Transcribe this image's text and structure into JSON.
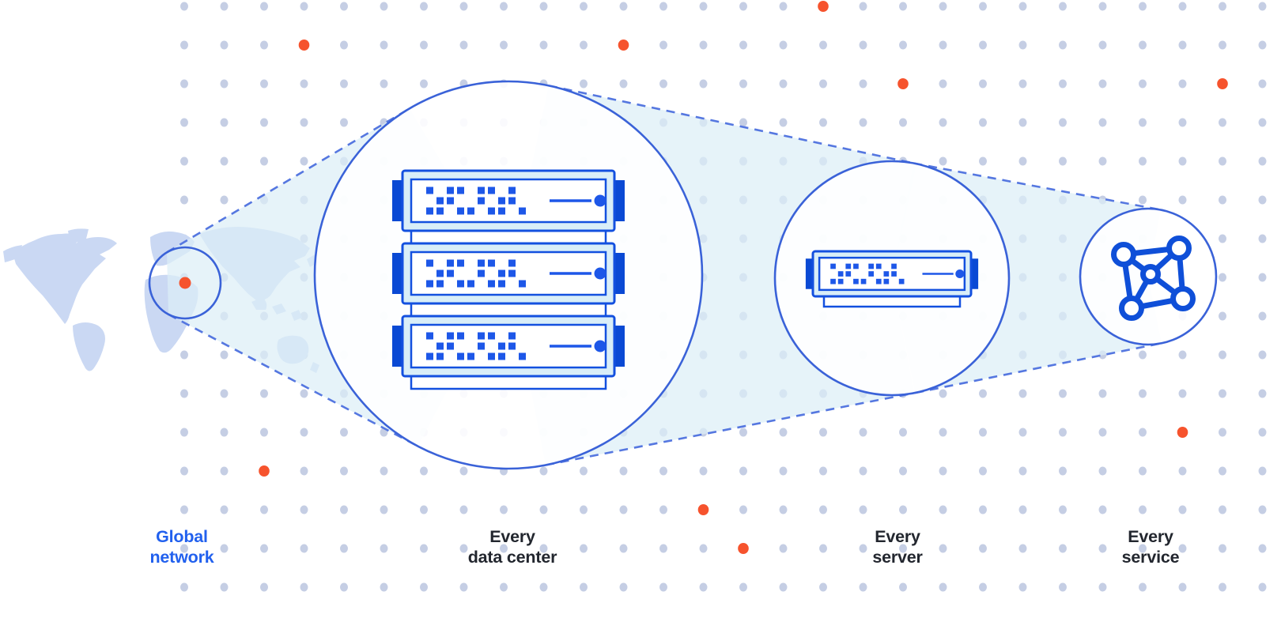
{
  "diagram": {
    "stages": [
      {
        "id": "global-network",
        "label": "Global\nnetwork",
        "icon": "world-map-location-circle",
        "emphasis": "blue"
      },
      {
        "id": "every-data-center",
        "label": "Every\ndata center",
        "icon": "server-rack-3-units",
        "server_units": 3,
        "emphasis": "dark"
      },
      {
        "id": "every-server",
        "label": "Every\nserver",
        "icon": "server-unit",
        "server_units": 1,
        "emphasis": "dark"
      },
      {
        "id": "every-service",
        "label": "Every\nservice",
        "icon": "mesh-network",
        "mesh_nodes": 5,
        "emphasis": "dark"
      }
    ],
    "server_led_matrix": [
      "1011011010",
      "0110010110",
      "1101101101"
    ],
    "colors": {
      "background": "#ffffff",
      "grid_dot": "#c5cee4",
      "accent_orange": "#f6532d",
      "map_land": "#cad8f3",
      "beam_fill": "#dceff6",
      "outline_blue": "#3a62d8",
      "dash_blue": "#5577e0",
      "server_stroke": "#1350df",
      "server_fill_light": "#d9eef8",
      "server_ear": "#0a49d4",
      "server_accent": "#1d57e8",
      "mesh_blue": "#0f4fd8",
      "label_dark": "#22262e",
      "label_blue": "#2160ee"
    }
  }
}
